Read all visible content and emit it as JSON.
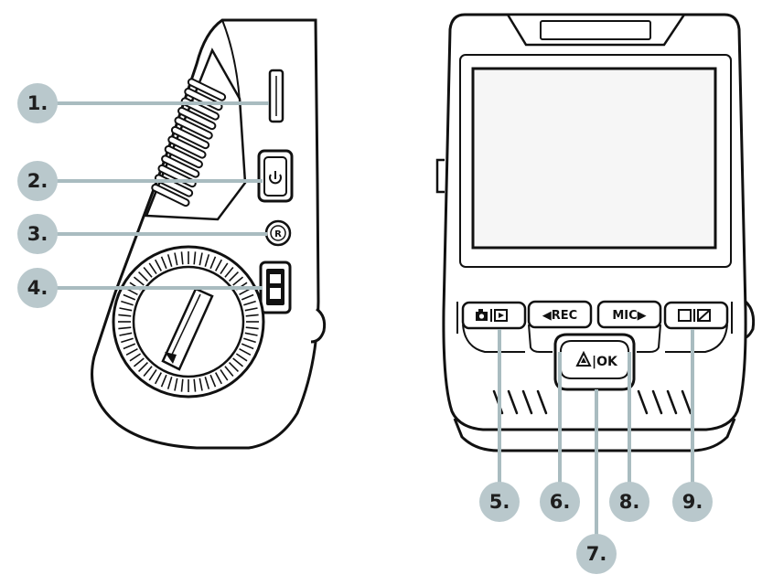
{
  "colors": {
    "badge_fill": "#b9c8cc",
    "leader_line": "#a9bcc0",
    "outline": "#111111",
    "screen": "#f6f6f6",
    "badge_text": "#1e1e1e"
  },
  "side_view": {
    "callouts": [
      {
        "label": "1.",
        "part": "microsd-card-slot"
      },
      {
        "label": "2.",
        "part": "power-button"
      },
      {
        "label": "3.",
        "part": "reset-button"
      },
      {
        "label": "4.",
        "part": "mini-usb-port"
      }
    ]
  },
  "front_view": {
    "buttons": {
      "mode_icon": "camera-playback-icon",
      "rec": "◀REC",
      "mic": "MIC▶",
      "screen_icon": "screen-toggle-icon",
      "ok_text": "|OK",
      "ok_icon": "warning-triangle-icon"
    },
    "callouts": [
      {
        "label": "5.",
        "part": "mode-button"
      },
      {
        "label": "6.",
        "part": "rec-button"
      },
      {
        "label": "7.",
        "part": "ok-button"
      },
      {
        "label": "8.",
        "part": "mic-button"
      },
      {
        "label": "9.",
        "part": "screen-button"
      }
    ]
  }
}
